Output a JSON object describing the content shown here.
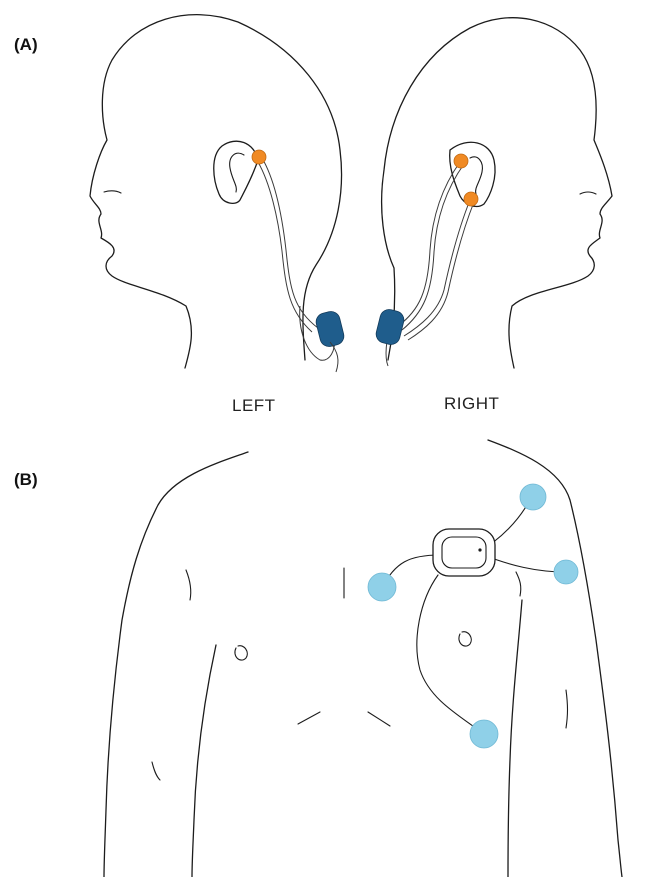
{
  "panels": {
    "a": {
      "label": "(A)"
    },
    "b": {
      "label": "(B)"
    }
  },
  "sides": {
    "left": "LEFT",
    "right": "RIGHT"
  },
  "colors": {
    "ear_electrode": "#f08a24",
    "ear_device": "#1f5d8c",
    "chest_electrode": "#8fd0e8",
    "line": "#1c1c1c"
  },
  "icons": {
    "ear_electrode": "orange-electrode-pad-icon",
    "ear_device": "behind-ear-recorder-icon",
    "chest_electrode": "chest-electrode-pad-icon",
    "chest_device": "chest-recorder-device-icon"
  }
}
